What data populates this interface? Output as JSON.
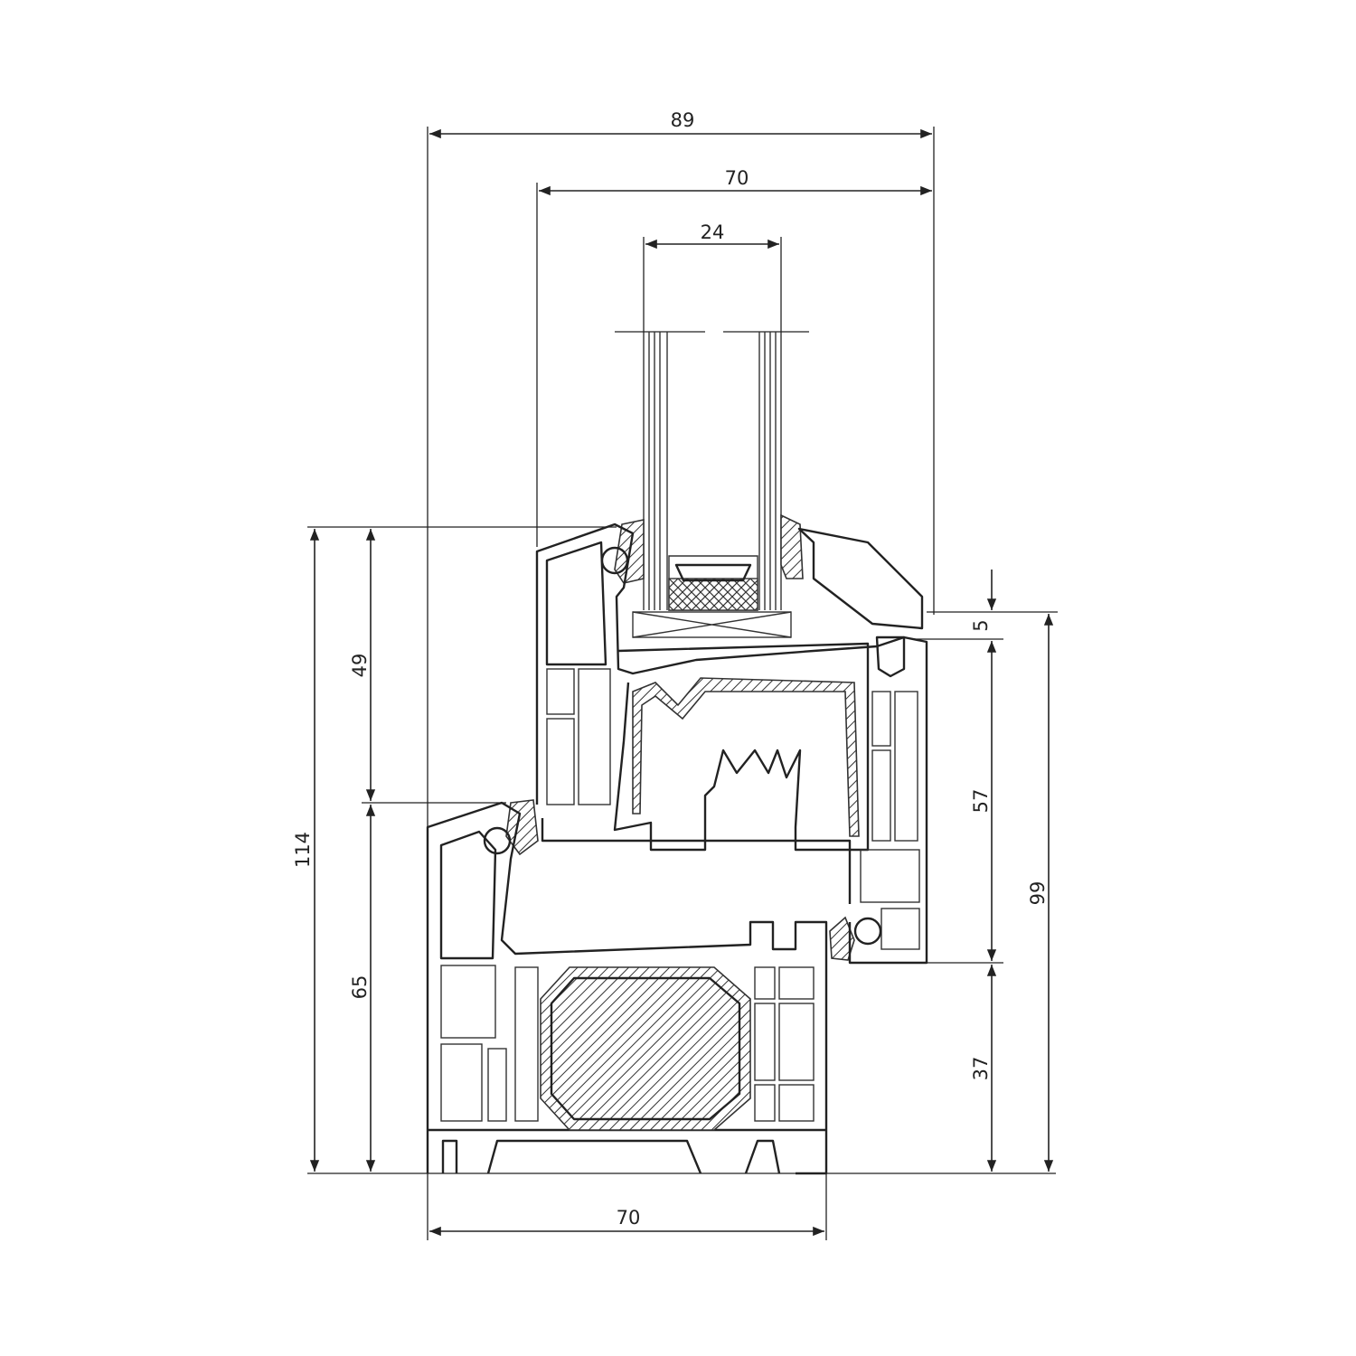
{
  "drawing": {
    "dimensions": {
      "overall_width": "89",
      "sash_width": "70",
      "glazing_thickness": "24",
      "sash_height": "49",
      "total_height": "114",
      "frame_height": "65",
      "glazing_gap": "5",
      "sash_visible_height": "57",
      "right_total_height": "99",
      "frame_visible_height": "37",
      "frame_width": "70"
    },
    "colors": {
      "line": "#222222",
      "background": "#ffffff"
    }
  }
}
